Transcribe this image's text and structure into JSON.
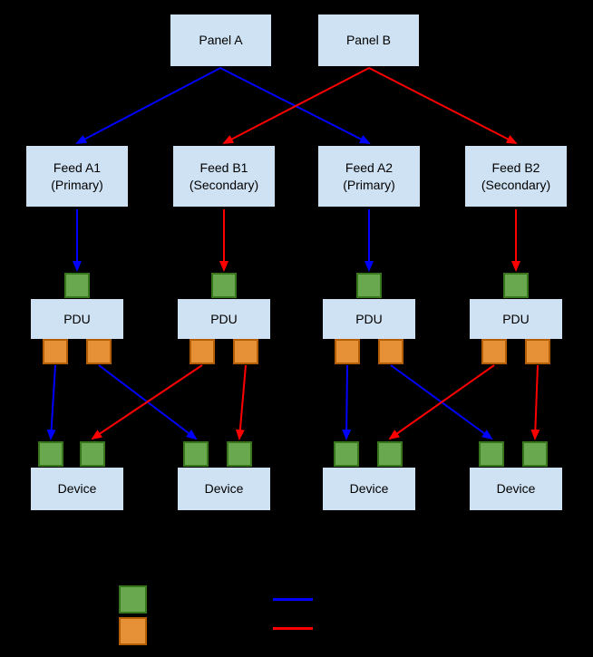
{
  "colors": {
    "background": "#000000",
    "box_fill": "#cfe2f3",
    "box_border": "#000000",
    "green_port": "#6aa84f",
    "green_port_border": "#38761d",
    "orange_port": "#e69138",
    "orange_port_border": "#b45f06",
    "primary_line": "#0000ff",
    "secondary_line": "#ff0000",
    "text": "#000000"
  },
  "nodes": {
    "panels": [
      {
        "label": "Panel A"
      },
      {
        "label": "Panel B"
      }
    ],
    "feeds": [
      {
        "line1": "Feed A1",
        "line2": "(Primary)"
      },
      {
        "line1": "Feed B1",
        "line2": "(Secondary)"
      },
      {
        "line1": "Feed A2",
        "line2": "(Primary)"
      },
      {
        "line1": "Feed B2",
        "line2": "(Secondary)"
      }
    ],
    "pdus": [
      {
        "label": "PDU"
      },
      {
        "label": "PDU"
      },
      {
        "label": "PDU"
      },
      {
        "label": "PDU"
      }
    ],
    "devices": [
      {
        "label": "Device"
      },
      {
        "label": "Device"
      },
      {
        "label": "Device"
      },
      {
        "label": "Device"
      }
    ]
  },
  "edges": [
    {
      "from": "panel-a",
      "to": "feed-a1",
      "type": "primary"
    },
    {
      "from": "panel-a",
      "to": "feed-a2",
      "type": "primary"
    },
    {
      "from": "panel-b",
      "to": "feed-b1",
      "type": "secondary"
    },
    {
      "from": "panel-b",
      "to": "feed-b2",
      "type": "secondary"
    },
    {
      "from": "feed-a1-out",
      "to": "pdu1-in",
      "type": "primary"
    },
    {
      "from": "feed-b1-out",
      "to": "pdu2-in",
      "type": "secondary"
    },
    {
      "from": "feed-a2-out",
      "to": "pdu3-in",
      "type": "primary"
    },
    {
      "from": "feed-b2-out",
      "to": "pdu4-in",
      "type": "secondary"
    },
    {
      "from": "pdu1-out-l",
      "to": "dev1-in-l",
      "type": "primary"
    },
    {
      "from": "pdu1-out-r",
      "to": "dev2-in-l",
      "type": "primary"
    },
    {
      "from": "pdu2-out-l",
      "to": "dev1-in-r",
      "type": "secondary"
    },
    {
      "from": "pdu2-out-r",
      "to": "dev2-in-r",
      "type": "secondary"
    },
    {
      "from": "pdu3-out-l",
      "to": "dev3-in-l",
      "type": "primary"
    },
    {
      "from": "pdu3-out-r",
      "to": "dev4-in-l",
      "type": "primary"
    },
    {
      "from": "pdu4-out-l",
      "to": "dev3-in-r",
      "type": "secondary"
    },
    {
      "from": "pdu4-out-r",
      "to": "dev4-in-r",
      "type": "secondary"
    }
  ],
  "legend": {
    "items": [
      {
        "swatch": "green-square"
      },
      {
        "swatch": "orange-square"
      },
      {
        "swatch": "blue-line"
      },
      {
        "swatch": "red-line"
      }
    ]
  }
}
